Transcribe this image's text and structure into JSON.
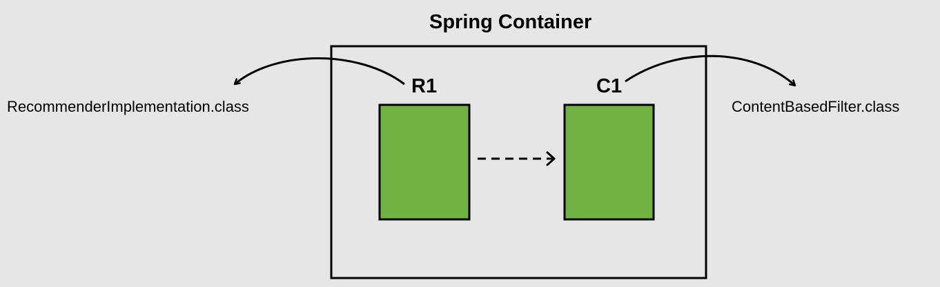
{
  "diagram": {
    "title": "Spring Container",
    "beans": [
      {
        "id": "R1",
        "class_name": "RecommenderImplementation.class"
      },
      {
        "id": "C1",
        "class_name": "ContentBasedFilter.class"
      }
    ],
    "colors": {
      "background": "#e6e6e6",
      "bean_fill": "#70b244",
      "stroke": "#000000"
    }
  }
}
